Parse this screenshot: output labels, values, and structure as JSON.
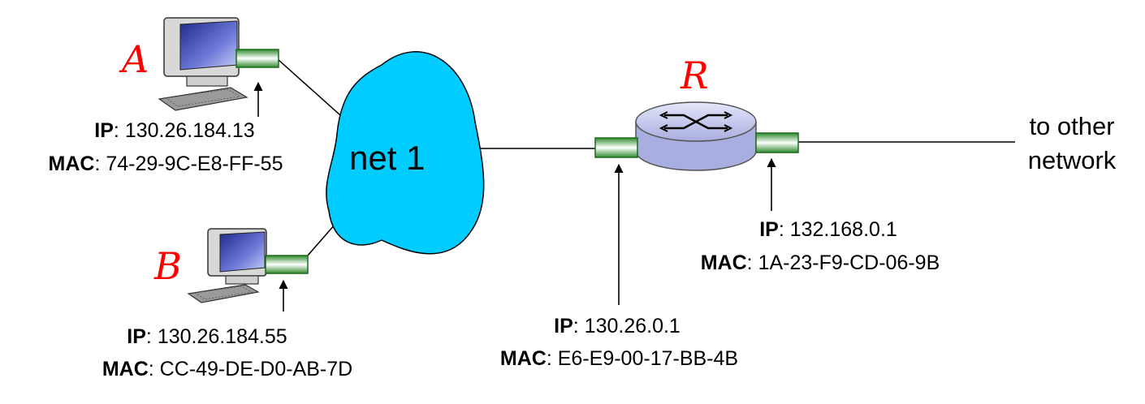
{
  "colors": {
    "cloud_fill": "#00CCFF",
    "letter_red": "#FF0000",
    "nic_green": "#2E8B2E",
    "router_body": "#C9CCF2",
    "router_top": "#E4E6FA"
  },
  "hosts": {
    "a": {
      "letter": "A",
      "icon": "desktop-computer-icon",
      "ip_key": "IP",
      "ip_value": ": 130.26.184.13",
      "mac_key": "MAC",
      "mac_value": ": 74-29-9C-E8-FF-55"
    },
    "b": {
      "letter": "B",
      "icon": "desktop-computer-icon",
      "ip_key": "IP",
      "ip_value": ": 130.26.184.55",
      "mac_key": "MAC",
      "mac_value": ": CC-49-DE-D0-AB-7D"
    }
  },
  "network": {
    "label": "net 1"
  },
  "router": {
    "letter": "R",
    "icon": "router-icon",
    "left_interface": {
      "ip_key": "IP",
      "ip_value": ": 130.26.0.1",
      "mac_key": "MAC",
      "mac_value": ": E6-E9-00-17-BB-4B"
    },
    "right_interface": {
      "ip_key": "IP",
      "ip_value": ": 132.168.0.1",
      "mac_key": "MAC",
      "mac_value": ": 1A-23-F9-CD-06-9B"
    }
  },
  "external": {
    "line1": "to other",
    "line2": "network"
  }
}
